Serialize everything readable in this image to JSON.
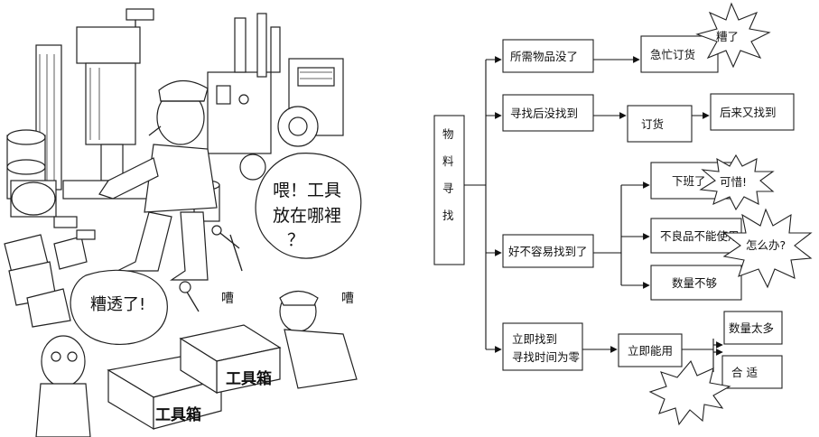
{
  "cartoon": {
    "bubble_where": [
      "喂！工具",
      "放在哪裡",
      "？"
    ],
    "bubble_terrible": "糟透了!",
    "toolbox_label_1": "工具箱",
    "toolbox_label_2": "工具箱",
    "sound_1": "嘈",
    "sound_2": "嘈"
  },
  "flowchart": {
    "root": [
      "物",
      "料",
      "寻",
      "找"
    ],
    "branch_1": {
      "condition": "所需物品没了",
      "action": "急忙订货",
      "reaction": "糟了"
    },
    "branch_2": {
      "condition": "寻找后没找到",
      "action": "订货",
      "result": "后来又找到"
    },
    "branch_3": {
      "condition": "好不容易找到了",
      "outcomes": [
        "下班了",
        "不良品不能使用",
        "数量不够"
      ],
      "reaction_1": "可惜!",
      "reaction_2": "怎么办?"
    },
    "branch_4": {
      "condition_lines": [
        "立即找到",
        "寻找时间为零"
      ],
      "action": "立即能用",
      "outcomes": [
        "数量太多",
        "合 适"
      ]
    }
  }
}
